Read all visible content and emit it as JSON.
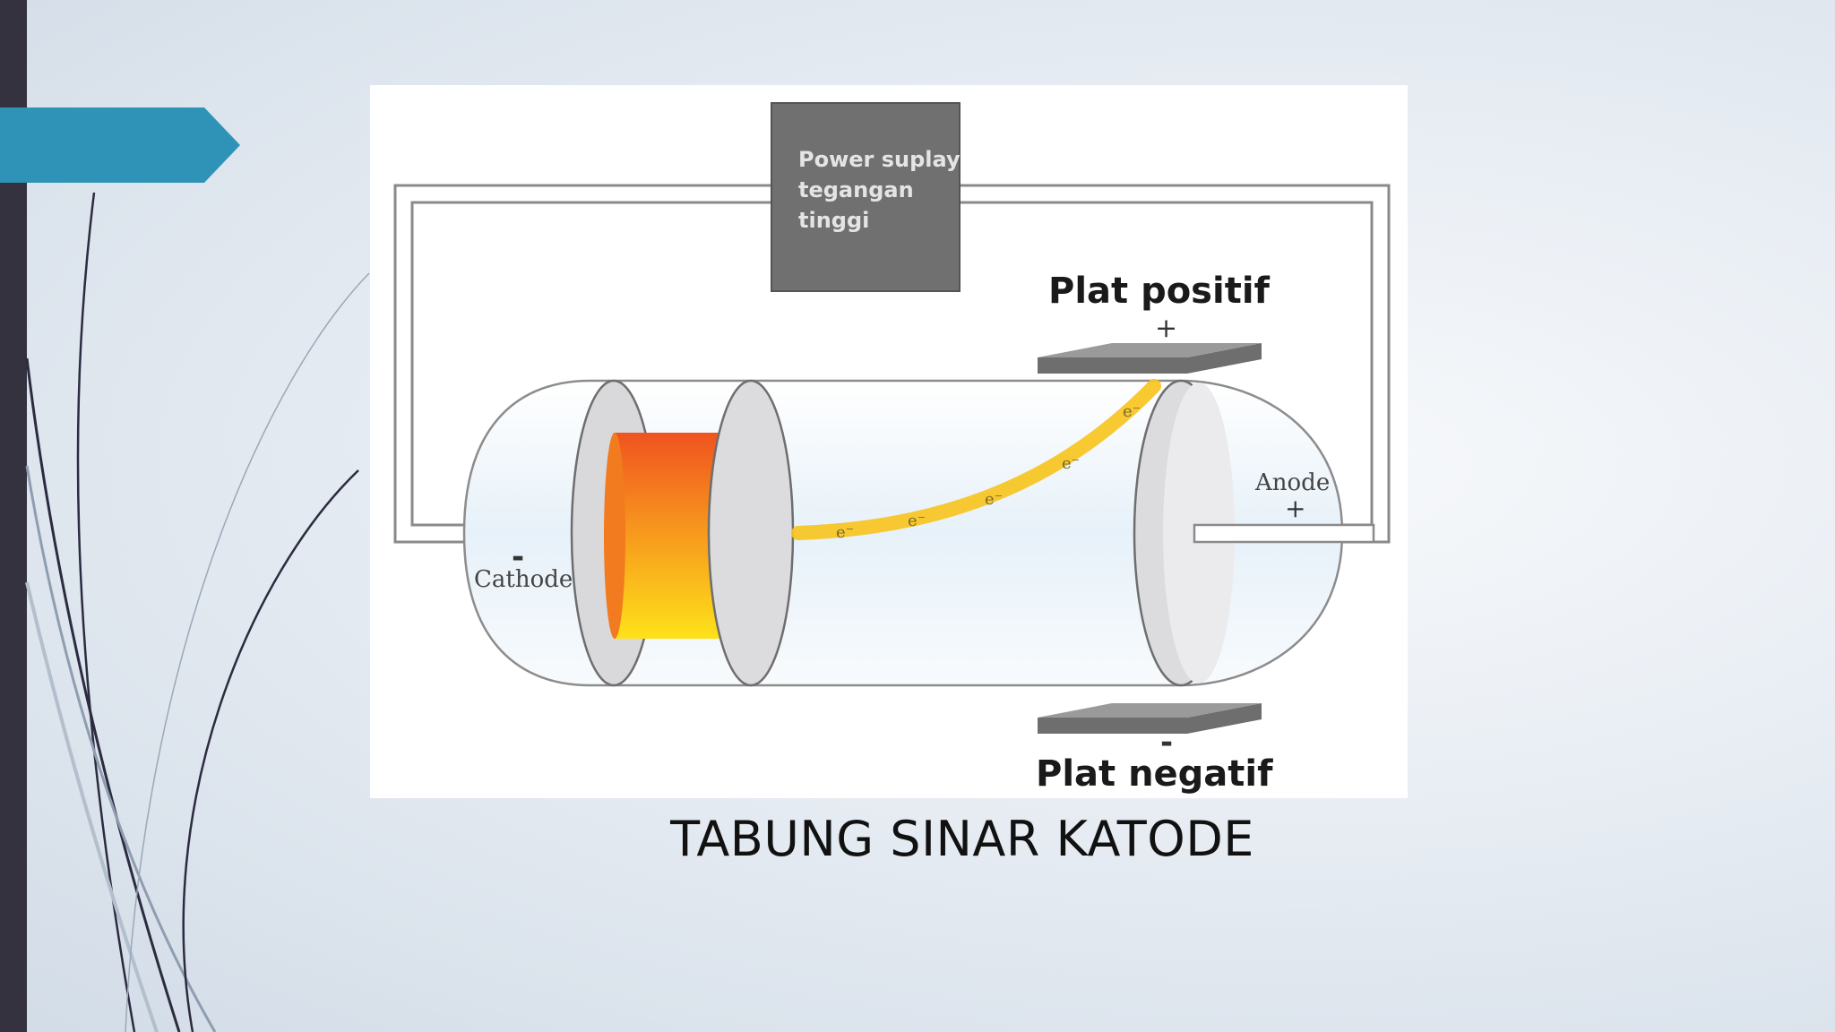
{
  "slide": {
    "caption": "TABUNG SINAR KATODE"
  },
  "diagram": {
    "power_supply_label": [
      "Power suplay",
      "tegangan",
      "tinggi"
    ],
    "plate_positive_label": "Plat positif",
    "plate_positive_sign": "+",
    "plate_negative_label": "Plat negatif",
    "plate_negative_sign": "-",
    "cathode_label": "Cathode",
    "cathode_sign": "-",
    "anode_label": "Anode",
    "anode_sign": "+",
    "electron_label": "e⁻"
  },
  "colors": {
    "accent_tab": "#2f93b8",
    "side_bar": "#34323f",
    "power_box": "#707070",
    "plate": "#6e6e6e",
    "beam": "#f7c41f"
  }
}
